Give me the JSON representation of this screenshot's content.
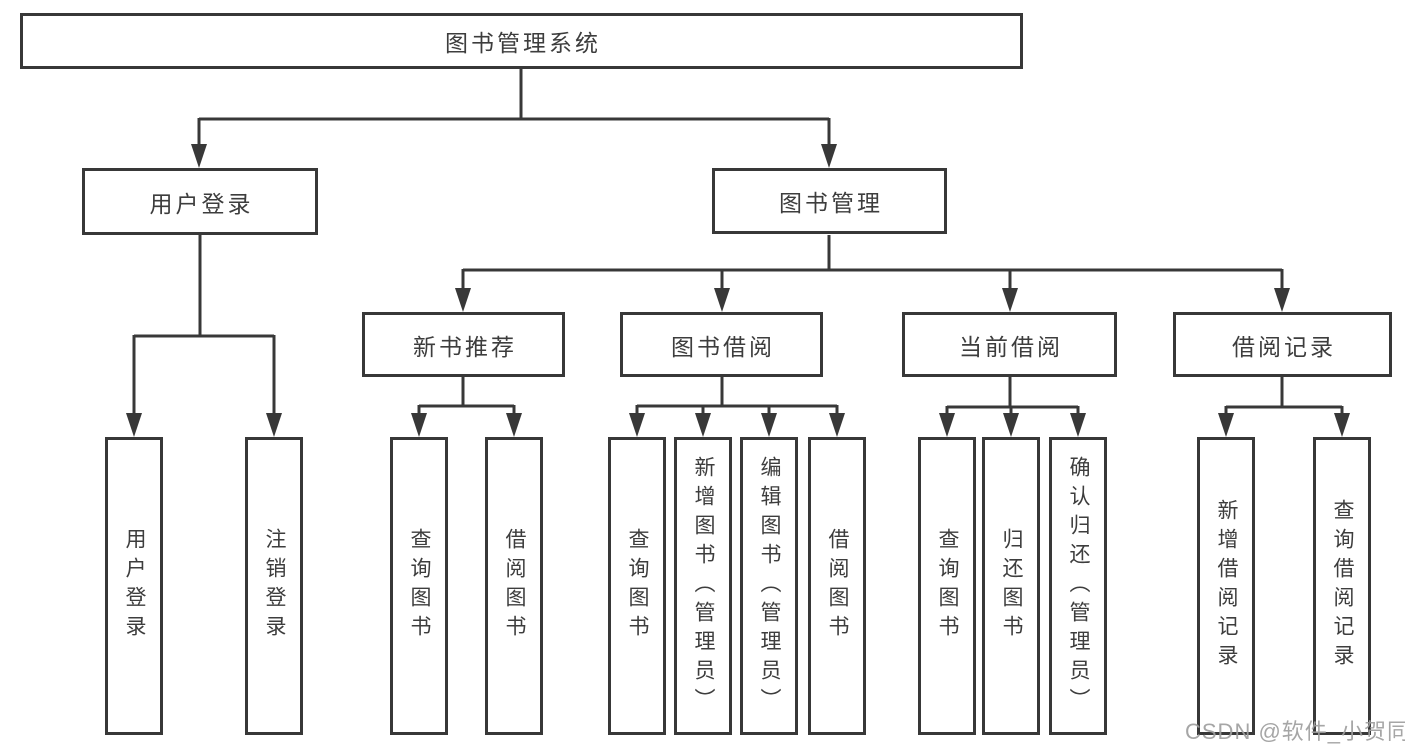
{
  "tree": {
    "label": "图书管理系统",
    "children": [
      {
        "label": "用户登录",
        "children": [
          {
            "label": "用户登录"
          },
          {
            "label": "注销登录"
          }
        ]
      },
      {
        "label": "图书管理",
        "children": [
          {
            "label": "新书推荐",
            "children": [
              {
                "label": "查询图书"
              },
              {
                "label": "借阅图书"
              }
            ]
          },
          {
            "label": "图书借阅",
            "children": [
              {
                "label": "查询图书"
              },
              {
                "label": "新增图书（管理员）"
              },
              {
                "label": "编辑图书（管理员）"
              },
              {
                "label": "借阅图书"
              }
            ]
          },
          {
            "label": "当前借阅",
            "children": [
              {
                "label": "查询图书"
              },
              {
                "label": "归还图书"
              },
              {
                "label": "确认归还（管理员）"
              }
            ]
          },
          {
            "label": "借阅记录",
            "children": [
              {
                "label": "新增借阅记录"
              },
              {
                "label": "查询借阅记录"
              }
            ]
          }
        ]
      }
    ]
  },
  "watermark": {
    "text": "CSDN @软件_小贺同学"
  },
  "colors": {
    "line": "#383838",
    "text": "#3d3d3d",
    "watermark": "#9e9e9e",
    "background": "#ffffff"
  }
}
